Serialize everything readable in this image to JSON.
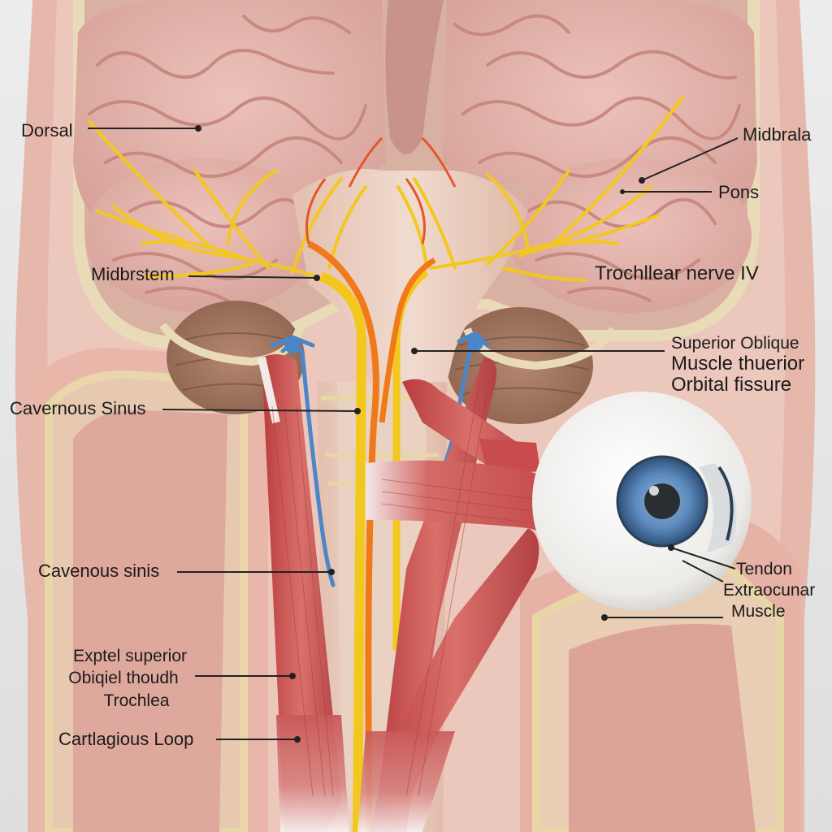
{
  "labels": {
    "dorsal": "Dorsal",
    "midbrala": "Midbrala",
    "pons": "Pons",
    "midbrstem": "Midbrstem",
    "trochlear_nerve": "Trochllear nerve  IV",
    "superior_oblique": [
      "Superior Oblique",
      "Muscle thuerior",
      "Orbital fissure"
    ],
    "cavernous_sinus_upper": "Cavernous Sinus",
    "cavenous_sinis_lower": "Cavenous sinis",
    "tendon_extraocular": [
      "Tendon",
      "Extraocunar",
      "Muscle"
    ],
    "exptel": [
      "Exptel superior",
      "Obiqiel thoudh",
      "Trochlea"
    ],
    "cartlagious_loop": "Cartlagious Loop"
  },
  "colors": {
    "background": "#e9e9ea",
    "brain": "#e6b3ab",
    "brain_dark": "#c98f86",
    "nerve_yellow": "#f3c81e",
    "nerve_orange": "#f07a1a",
    "vessel_blue": "#4a86c8",
    "muscle_red": "#c94c4c",
    "sclera": "#f4f4f2",
    "iris": "#5a86b8",
    "tissue": "#e8b7aa",
    "bone_tan": "#eadbb8"
  },
  "icons": [
    "eyeball-icon"
  ]
}
